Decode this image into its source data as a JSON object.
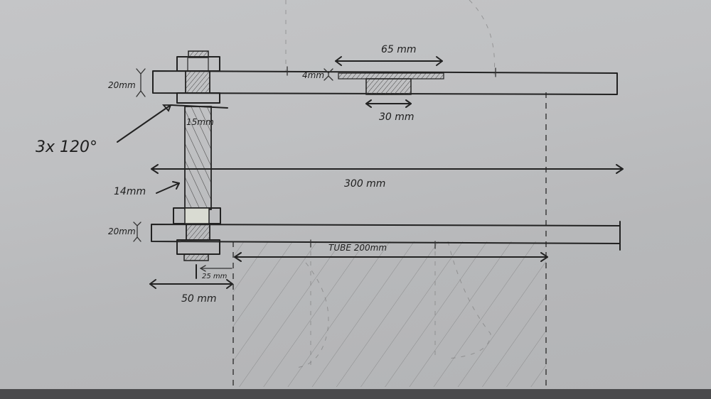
{
  "sketch": {
    "title": "Hand-drawn technical sketch: shelf bracket with rod and tube",
    "colors": {
      "paper": "#c0c1c3",
      "ink": "#222222",
      "table": "#4a4a4c"
    },
    "labels": {
      "upper_bar_thickness": "20mm",
      "lower_bar_thickness": "20mm",
      "angle_note": "3x 120°",
      "nut_size": "15mm",
      "rod_diameter": "14mm",
      "slot_depth": "4mm",
      "slot_length": "65 mm",
      "insert_length": "30 mm",
      "total_length": "300 mm",
      "tube_length": "TUBE 200mm",
      "offset_25": "25 mm",
      "offset_50": "50 mm"
    }
  }
}
